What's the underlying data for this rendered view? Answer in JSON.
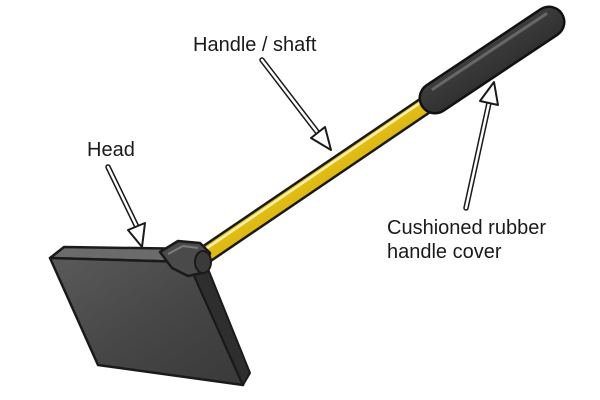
{
  "diagram": {
    "labels": {
      "handle_shaft": "Handle / shaft",
      "head": "Head",
      "rubber_cover_line1": "Cushioned rubber",
      "rubber_cover_line2": "handle cover"
    }
  }
}
